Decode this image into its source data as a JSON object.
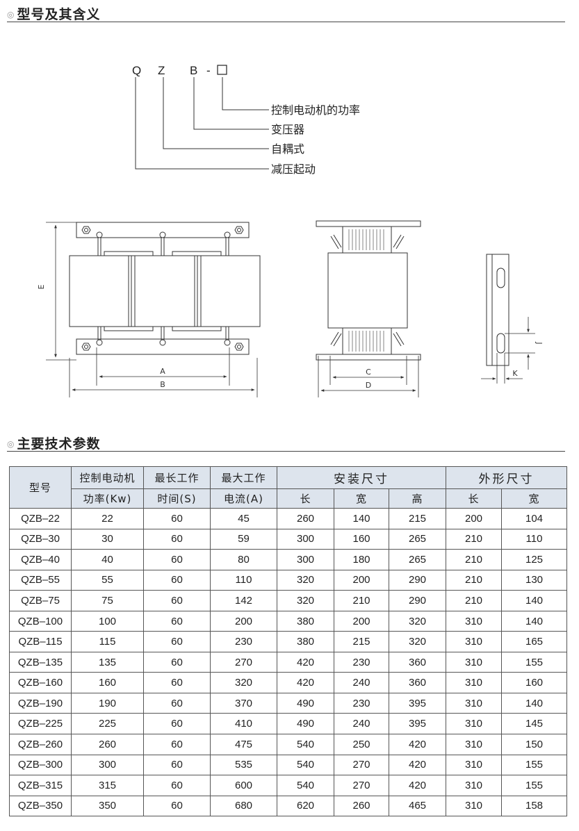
{
  "sections": {
    "model_title": "型号及其含义",
    "params_title": "主要技术参数",
    "bullet": "◎"
  },
  "model_code": {
    "letters": [
      "Q",
      "Z",
      "B"
    ],
    "dash": "-",
    "box": "□",
    "meanings": [
      "控制电动机的功率",
      "变压器",
      "自耦式",
      "减压起动"
    ]
  },
  "drawing_labels": {
    "A": "A",
    "B": "B",
    "C": "C",
    "D": "D",
    "E": "E",
    "J": "J",
    "K": "K"
  },
  "table": {
    "head": {
      "model": "型号",
      "power_1": "控制电动机",
      "power_2": "功率(Kw)",
      "time_1": "最长工作",
      "time_2": "时间(S)",
      "current_1": "最大工作",
      "current_2": "电流(A)",
      "install": "安装尺寸",
      "outline": "外形尺寸",
      "length": "长",
      "width": "宽",
      "height": "高"
    },
    "rows": [
      [
        "QZB–22",
        "22",
        "60",
        "45",
        "260",
        "140",
        "215",
        "200",
        "104"
      ],
      [
        "QZB–30",
        "30",
        "60",
        "59",
        "300",
        "160",
        "265",
        "210",
        "110"
      ],
      [
        "QZB–40",
        "40",
        "60",
        "80",
        "300",
        "180",
        "265",
        "210",
        "125"
      ],
      [
        "QZB–55",
        "55",
        "60",
        "110",
        "320",
        "200",
        "290",
        "210",
        "130"
      ],
      [
        "QZB–75",
        "75",
        "60",
        "142",
        "320",
        "210",
        "290",
        "210",
        "140"
      ],
      [
        "QZB–100",
        "100",
        "60",
        "200",
        "380",
        "200",
        "320",
        "310",
        "140"
      ],
      [
        "QZB–115",
        "115",
        "60",
        "230",
        "380",
        "215",
        "320",
        "310",
        "165"
      ],
      [
        "QZB–135",
        "135",
        "60",
        "270",
        "420",
        "230",
        "360",
        "310",
        "155"
      ],
      [
        "QZB–160",
        "160",
        "60",
        "320",
        "420",
        "240",
        "360",
        "310",
        "160"
      ],
      [
        "QZB–190",
        "190",
        "60",
        "370",
        "490",
        "230",
        "395",
        "310",
        "140"
      ],
      [
        "QZB–225",
        "225",
        "60",
        "410",
        "490",
        "240",
        "395",
        "310",
        "145"
      ],
      [
        "QZB–260",
        "260",
        "60",
        "475",
        "540",
        "250",
        "420",
        "310",
        "150"
      ],
      [
        "QZB–300",
        "300",
        "60",
        "535",
        "540",
        "270",
        "420",
        "310",
        "155"
      ],
      [
        "QZB–315",
        "315",
        "60",
        "600",
        "540",
        "270",
        "420",
        "310",
        "155"
      ],
      [
        "QZB–350",
        "350",
        "60",
        "680",
        "620",
        "260",
        "465",
        "310",
        "158"
      ]
    ]
  }
}
